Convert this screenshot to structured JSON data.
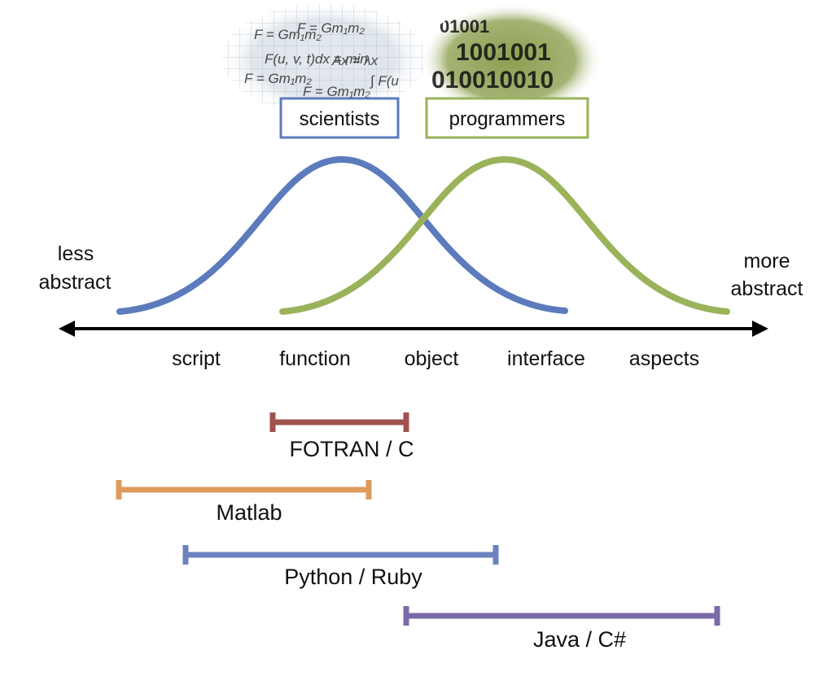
{
  "axis": {
    "left_label": [
      "less",
      "abstract"
    ],
    "right_label": [
      "more",
      "abstract"
    ],
    "ticks": [
      "script",
      "function",
      "object",
      "interface",
      "aspects"
    ]
  },
  "groups": [
    {
      "label": "scientists",
      "color": "#5b7bbd",
      "image": "handwritten-equations"
    },
    {
      "label": "programmers",
      "color": "#9ab35a",
      "image": "binary-code"
    }
  ],
  "languages": [
    {
      "label": "FOTRAN / C",
      "color": "#a0524e",
      "from": "function",
      "to": "object"
    },
    {
      "label": "Matlab",
      "color": "#de9b5e",
      "from": "script",
      "to": "object"
    },
    {
      "label": "Python / Ruby",
      "color": "#6b82bf",
      "from": "script",
      "to": "interface"
    },
    {
      "label": "Java / C#",
      "color": "#7a6aa6",
      "from": "object",
      "to": "aspects"
    }
  ]
}
